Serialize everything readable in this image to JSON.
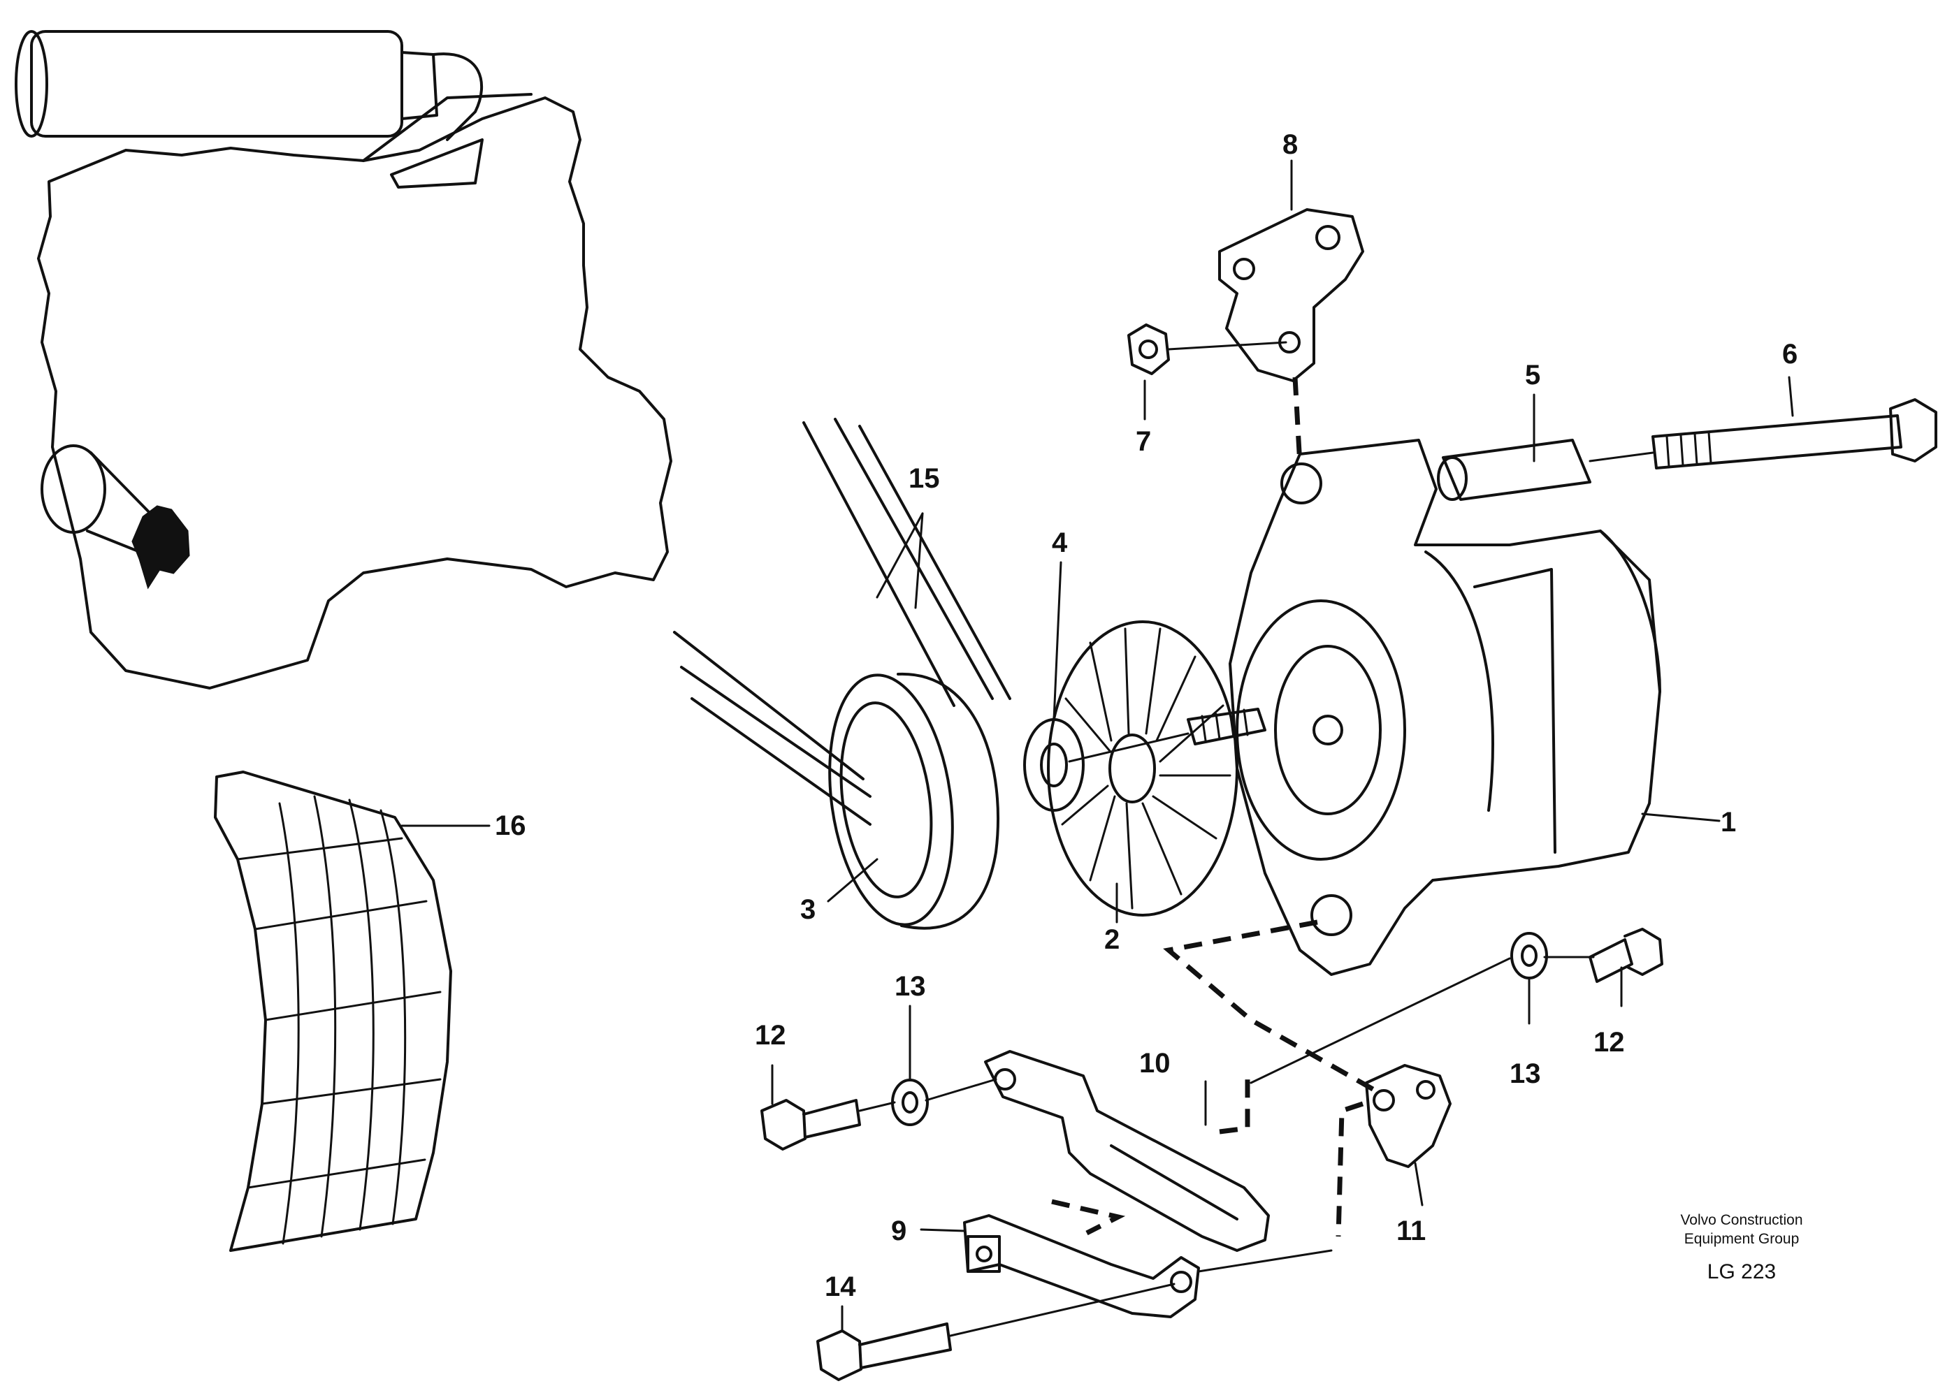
{
  "credit": {
    "line1": "Volvo Construction",
    "line2": "Equipment Group",
    "code": "LG 223"
  },
  "callouts": [
    {
      "id": "c1",
      "text": "1"
    },
    {
      "id": "c2",
      "text": "2"
    },
    {
      "id": "c3",
      "text": "3"
    },
    {
      "id": "c4",
      "text": "4"
    },
    {
      "id": "c5",
      "text": "5"
    },
    {
      "id": "c6",
      "text": "6"
    },
    {
      "id": "c7",
      "text": "7"
    },
    {
      "id": "c8",
      "text": "8"
    },
    {
      "id": "c9",
      "text": "9"
    },
    {
      "id": "c10",
      "text": "10"
    },
    {
      "id": "c11",
      "text": "11"
    },
    {
      "id": "c12a",
      "text": "12"
    },
    {
      "id": "c12b",
      "text": "12"
    },
    {
      "id": "c13a",
      "text": "13"
    },
    {
      "id": "c13b",
      "text": "13"
    },
    {
      "id": "c14",
      "text": "14"
    },
    {
      "id": "c15",
      "text": "15"
    },
    {
      "id": "c16",
      "text": "16"
    }
  ]
}
